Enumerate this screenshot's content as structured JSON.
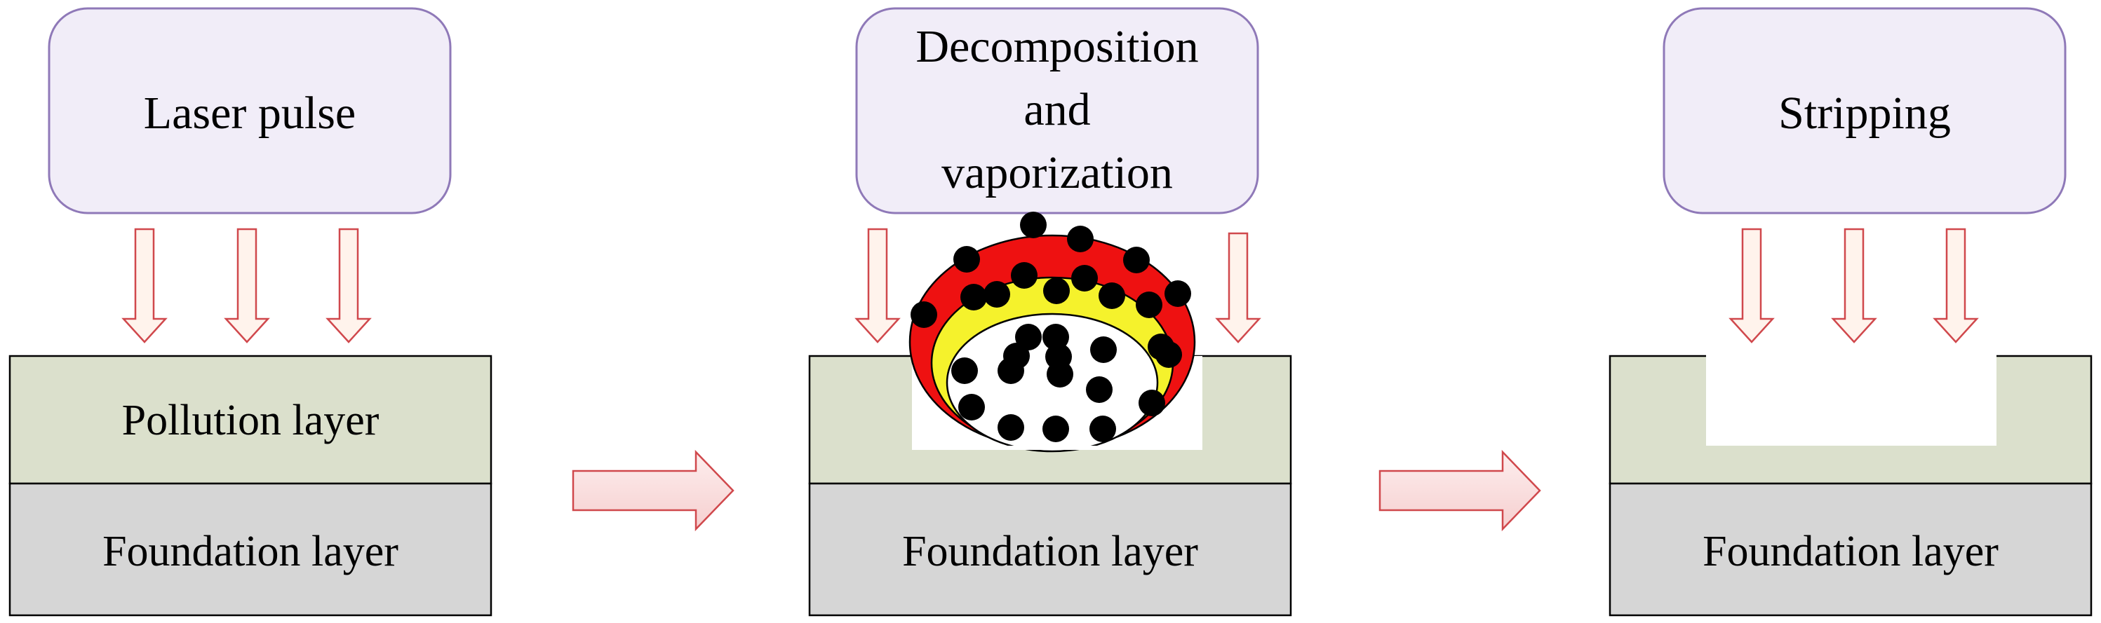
{
  "panels": [
    {
      "step_label": [
        "Laser pulse"
      ],
      "layers": [
        "Pollution layer",
        "Foundation layer"
      ]
    },
    {
      "step_label": [
        "Decomposition",
        "and",
        "vaporization"
      ],
      "layers": [
        "Foundation layer"
      ]
    },
    {
      "step_label": [
        "Stripping"
      ],
      "layers": [
        "Foundation layer"
      ]
    }
  ],
  "colors": {
    "box_fill": "#f1edf8",
    "box_stroke": "#8f79b8",
    "pollution_fill": "#dbe0cc",
    "foundation_fill": "#d6d6d6",
    "layer_stroke": "#000000",
    "arrow_fill": "#fff3ec",
    "arrow_stroke": "#d0484c",
    "big_arrow_fill": "#fbe2e2",
    "plume_outer": "#ee1111",
    "plume_middle": "#f5f22c",
    "plume_inner": "#ffffff",
    "particle": "#000000"
  }
}
